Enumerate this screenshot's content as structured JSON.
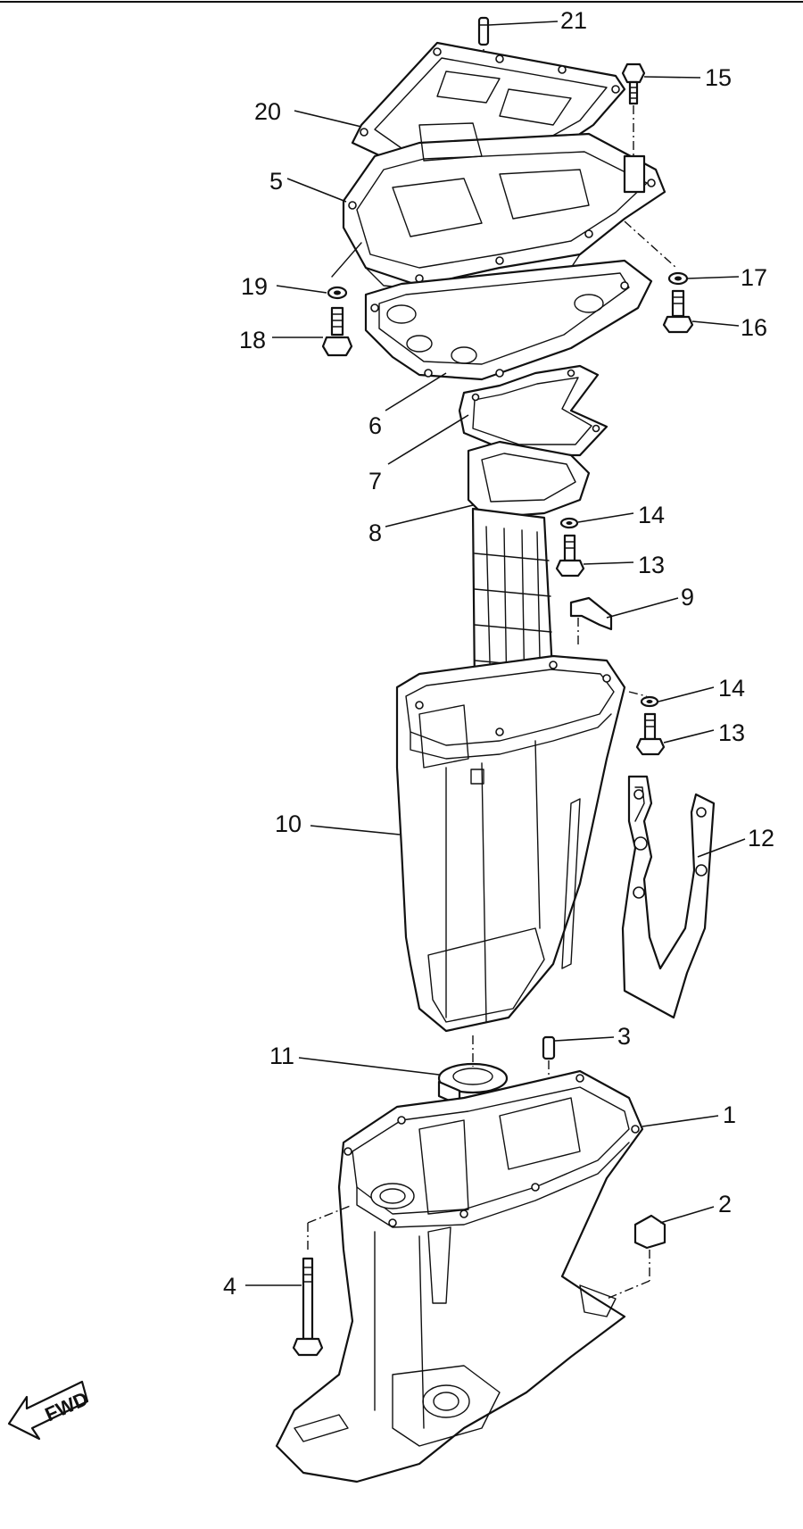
{
  "callouts": [
    {
      "id": "c1",
      "text": "1"
    },
    {
      "id": "c2",
      "text": "2"
    },
    {
      "id": "c3",
      "text": "3"
    },
    {
      "id": "c4",
      "text": "4"
    },
    {
      "id": "c5",
      "text": "5"
    },
    {
      "id": "c6",
      "text": "6"
    },
    {
      "id": "c7",
      "text": "7"
    },
    {
      "id": "c8",
      "text": "8"
    },
    {
      "id": "c9",
      "text": "9"
    },
    {
      "id": "c10",
      "text": "10"
    },
    {
      "id": "c11",
      "text": "11"
    },
    {
      "id": "c12",
      "text": "12"
    },
    {
      "id": "c13a",
      "text": "13"
    },
    {
      "id": "c13b",
      "text": "13"
    },
    {
      "id": "c14a",
      "text": "14"
    },
    {
      "id": "c14b",
      "text": "14"
    },
    {
      "id": "c15",
      "text": "15"
    },
    {
      "id": "c16",
      "text": "16"
    },
    {
      "id": "c17",
      "text": "17"
    },
    {
      "id": "c18",
      "text": "18"
    },
    {
      "id": "c19",
      "text": "19"
    },
    {
      "id": "c20",
      "text": "20"
    },
    {
      "id": "c21",
      "text": "21"
    }
  ],
  "fwd_arrow": {
    "text": "FWD"
  }
}
